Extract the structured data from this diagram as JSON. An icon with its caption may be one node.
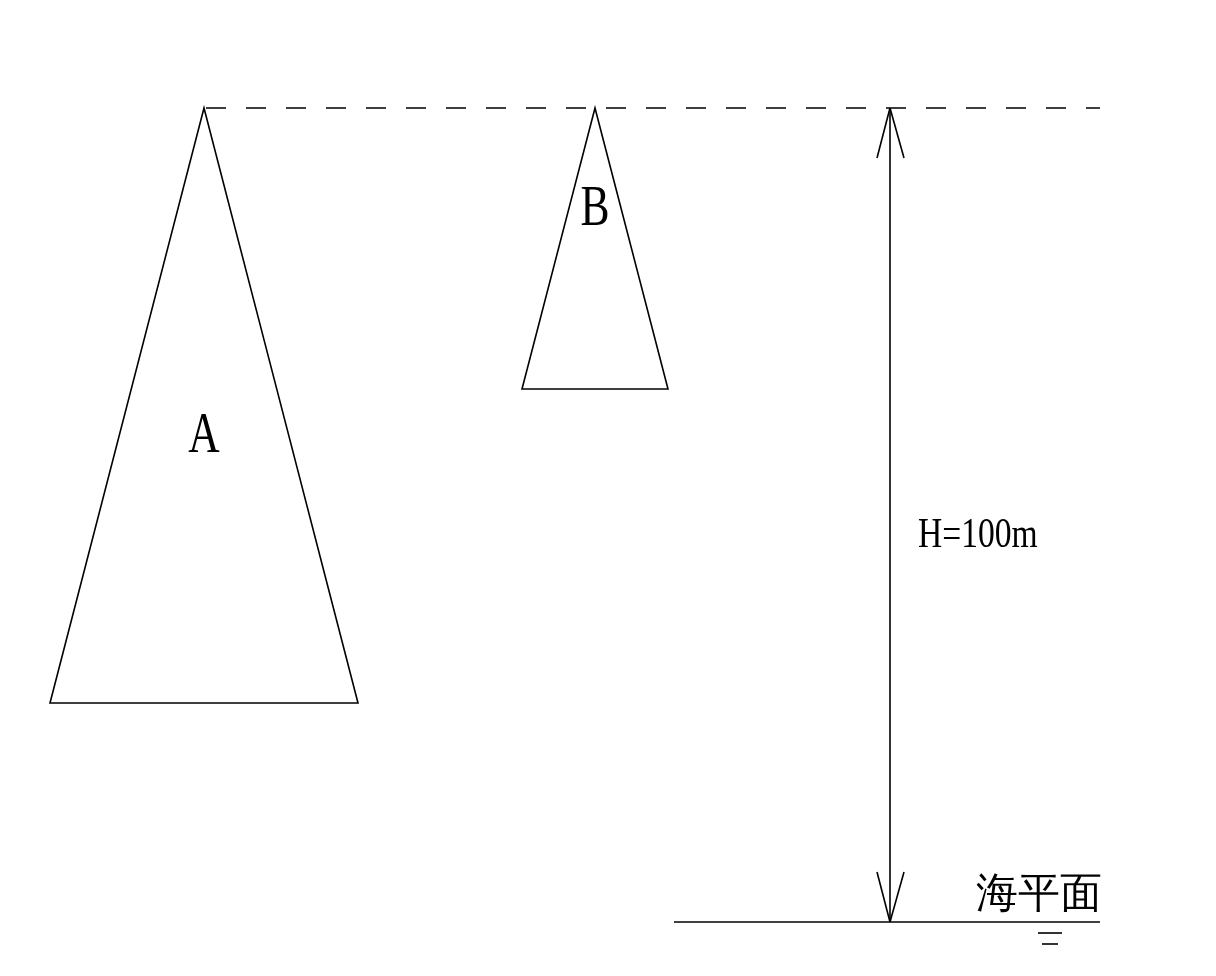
{
  "diagram": {
    "nodes": [
      {
        "text": [
          "A"
        ]
      },
      {
        "text": [
          "B"
        ]
      }
    ],
    "labels": [
      "H=100m",
      "海平面"
    ]
  }
}
